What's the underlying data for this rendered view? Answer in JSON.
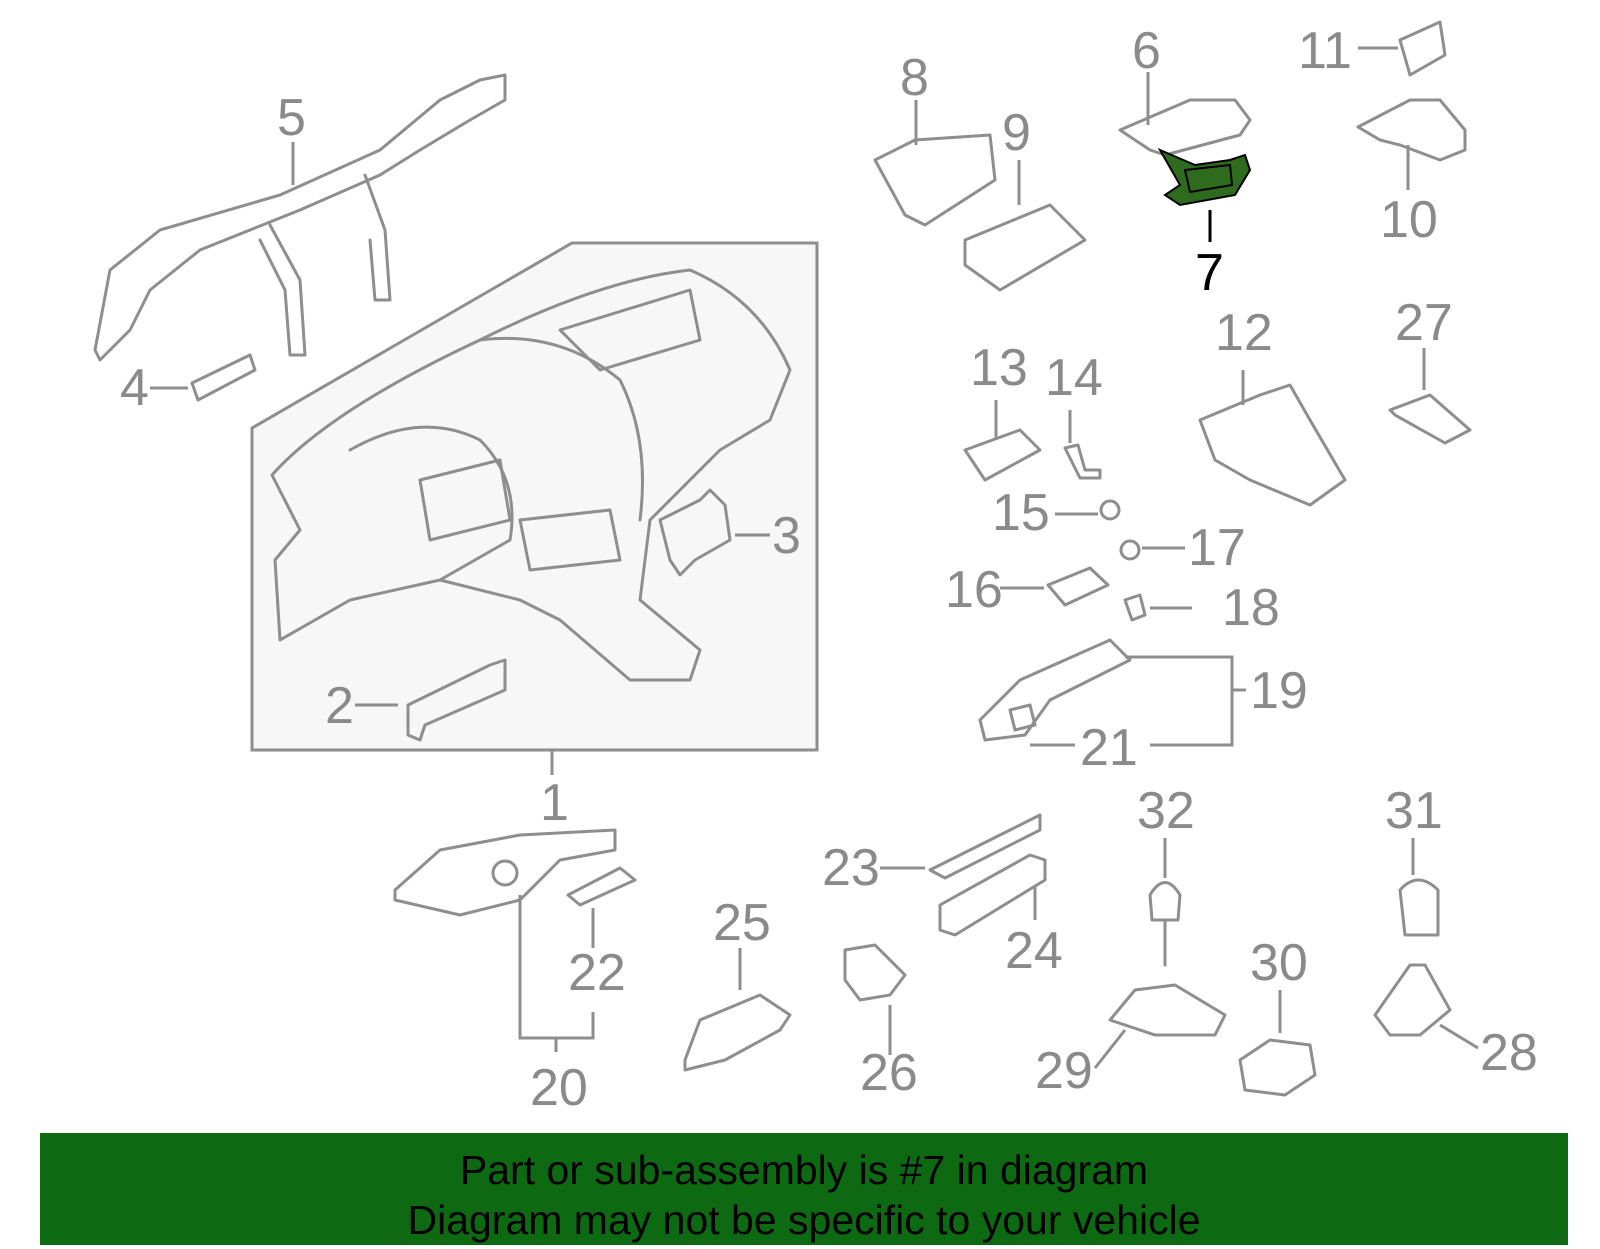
{
  "colors": {
    "banner_bg": "#0e6a12",
    "highlight_part": "#2e6b1e",
    "line_gray": "#8e8e8e",
    "panel_bg": "#f7f7f7"
  },
  "highlighted_part": "7",
  "callouts": [
    "1",
    "2",
    "3",
    "4",
    "5",
    "6",
    "7",
    "8",
    "9",
    "10",
    "11",
    "12",
    "13",
    "14",
    "15",
    "16",
    "17",
    "18",
    "19",
    "20",
    "21",
    "22",
    "23",
    "24",
    "25",
    "26",
    "27",
    "28",
    "29",
    "30",
    "31",
    "32"
  ],
  "banner": {
    "line1": "Part or sub-assembly is #7 in diagram",
    "line2": "Diagram may not be specific to your vehicle"
  }
}
